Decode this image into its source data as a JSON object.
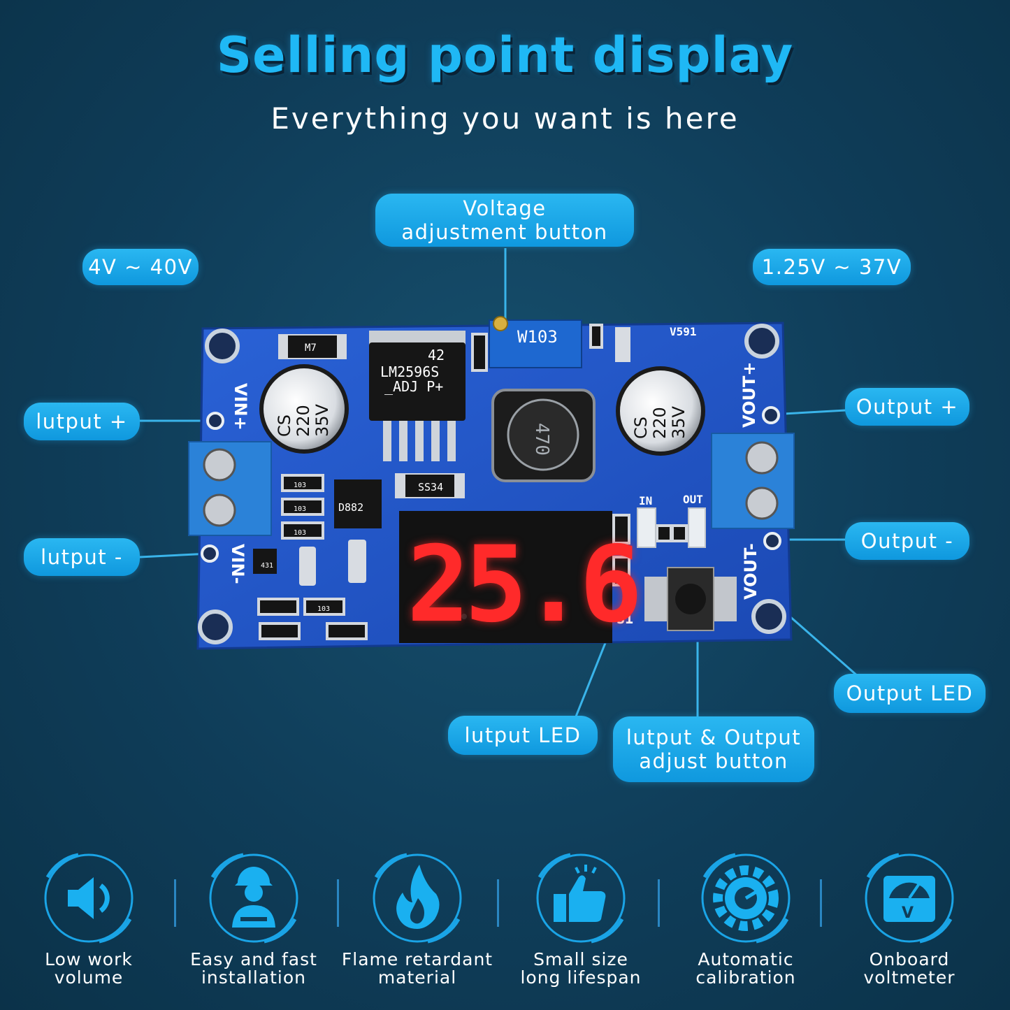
{
  "header": {
    "title": "Selling point display",
    "subtitle": "Everything you want is here"
  },
  "callouts": {
    "voltage_adjust": [
      "Voltage",
      "adjustment button"
    ],
    "input_range": "4V ~ 40V",
    "output_range": "1.25V ~ 37V",
    "input_plus": "lutput +",
    "input_minus": "lutput -",
    "output_plus": "Output +",
    "output_minus": "Output -",
    "output_led": "Output LED",
    "input_led": "lutput LED",
    "adjust_button": [
      "lutput & Output",
      "adjust button"
    ]
  },
  "board": {
    "display_digits": "25.6",
    "ic_label": [
      "42",
      "LM2596S",
      "_ADJ  P+"
    ],
    "pot_label": "W103",
    "model_label": "V591",
    "inductor_label": "470",
    "cap_label": [
      "CS",
      "220",
      "35V"
    ],
    "diode_label": "M7",
    "schottky_label": "SS34",
    "transistor_label": "D882",
    "vin_plus": "VIN+",
    "vin_minus": "VIN-",
    "vout_plus": "VOUT+",
    "vout_minus": "VOUT-",
    "led_in": "IN",
    "led_out": "OUT",
    "switch_label": "S1",
    "resistor_103": "103",
    "chip_431": "431"
  },
  "features": [
    {
      "icon": "speaker-icon",
      "line1": "Low work",
      "line2": "volume"
    },
    {
      "icon": "worker-icon",
      "line1": "Easy and fast",
      "line2": "installation"
    },
    {
      "icon": "flame-icon",
      "line1": "Flame retardant",
      "line2": "material"
    },
    {
      "icon": "thumbs-up-icon",
      "line1": "Small size",
      "line2": "long lifespan"
    },
    {
      "icon": "gear-gauge-icon",
      "line1": "Automatic",
      "line2": "calibration"
    },
    {
      "icon": "voltmeter-icon",
      "line1": "Onboard",
      "line2": "voltmeter"
    }
  ],
  "colors": {
    "background": "#0f3d59",
    "accent": "#1fb8f5",
    "board": "#1f55c8",
    "segment": "#ff2a2a"
  }
}
